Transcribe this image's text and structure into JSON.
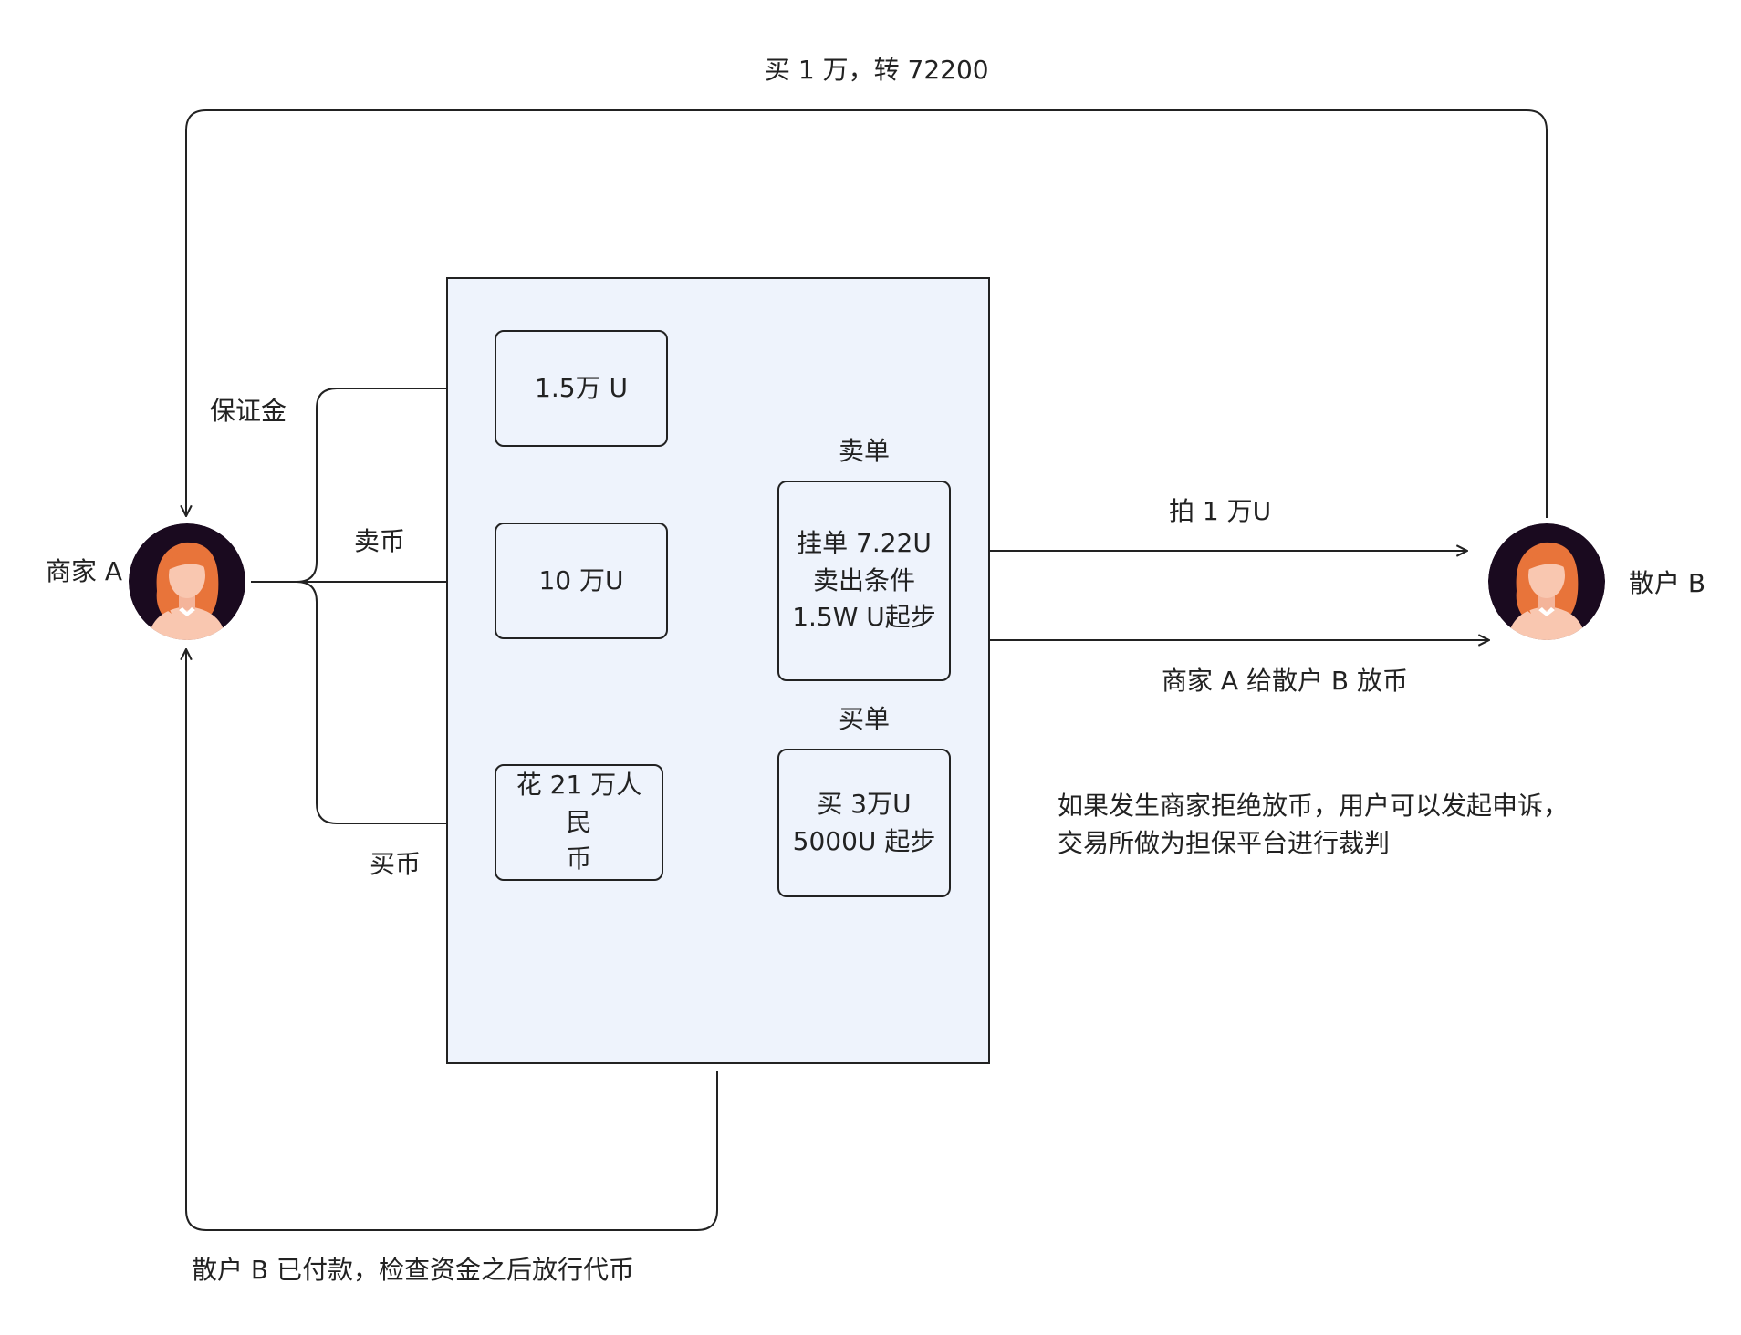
{
  "top_label": "买 1 万，转 72200",
  "nodes": {
    "merchant_a": "商家 A",
    "retail_b": "散户 B"
  },
  "edges": {
    "deposit": "保证金",
    "sell_coin": "卖币",
    "buy_coin": "买币",
    "bid": "拍 1 万U",
    "release": "商家 A 给散户 B 放币",
    "paid": "散户 B 已付款，检查资金之后放行代币"
  },
  "boxes": {
    "deposit_amount": "1.5万 U",
    "sell_amount": "10 万U",
    "sell_order_title": "卖单",
    "sell_order_lines": [
      "挂单 7.22U",
      "卖出条件",
      "1.5W U起步"
    ],
    "buy_amount_lines": [
      "花 21 万人民",
      "币"
    ],
    "buy_order_title": "买单",
    "buy_order_lines": [
      "买 3万U",
      "5000U 起步"
    ]
  },
  "note_lines": [
    "如果发生商家拒绝放币，用户可以发起申诉，",
    "交易所做为担保平台进行裁判"
  ],
  "colors": {
    "panel_fill": "#eef3fc",
    "line": "#222222",
    "avatar_bg": "#1a0a1f",
    "hair": "#e8743a",
    "skin": "#f9c7b0"
  }
}
